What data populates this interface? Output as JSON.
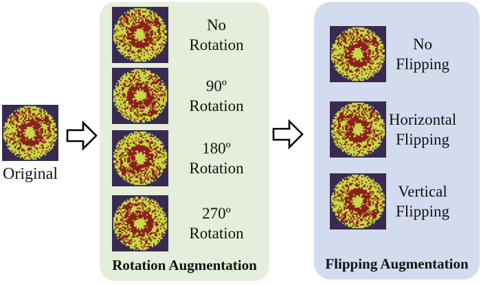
{
  "original": {
    "label": "Original"
  },
  "rotation_panel": {
    "title": "Rotation Augmentation",
    "items": [
      {
        "line1": "No",
        "line2": "Rotation"
      },
      {
        "line1": "90º",
        "line2": "Rotation"
      },
      {
        "line1": "180º",
        "line2": "Rotation"
      },
      {
        "line1": "270º",
        "line2": "Rotation"
      }
    ]
  },
  "flipping_panel": {
    "title": "Flipping Augmentation",
    "items": [
      {
        "line1": "No",
        "line2": "Flipping"
      },
      {
        "line1": "Horizontal",
        "line2": "Flipping"
      },
      {
        "line1": "Vertical",
        "line2": "Flipping"
      }
    ]
  },
  "icons": {
    "arrow": "block-arrow-right"
  },
  "colors": {
    "rotation_panel_bg": "#e4eeda",
    "flipping_panel_bg": "#d3dcee",
    "image_bg": "#3a2a52",
    "image_disc": "#c6da43",
    "image_speckle": "#8d1e1e",
    "arrow_fill": "#ffffff",
    "arrow_stroke": "#000000",
    "text": "#111111"
  }
}
